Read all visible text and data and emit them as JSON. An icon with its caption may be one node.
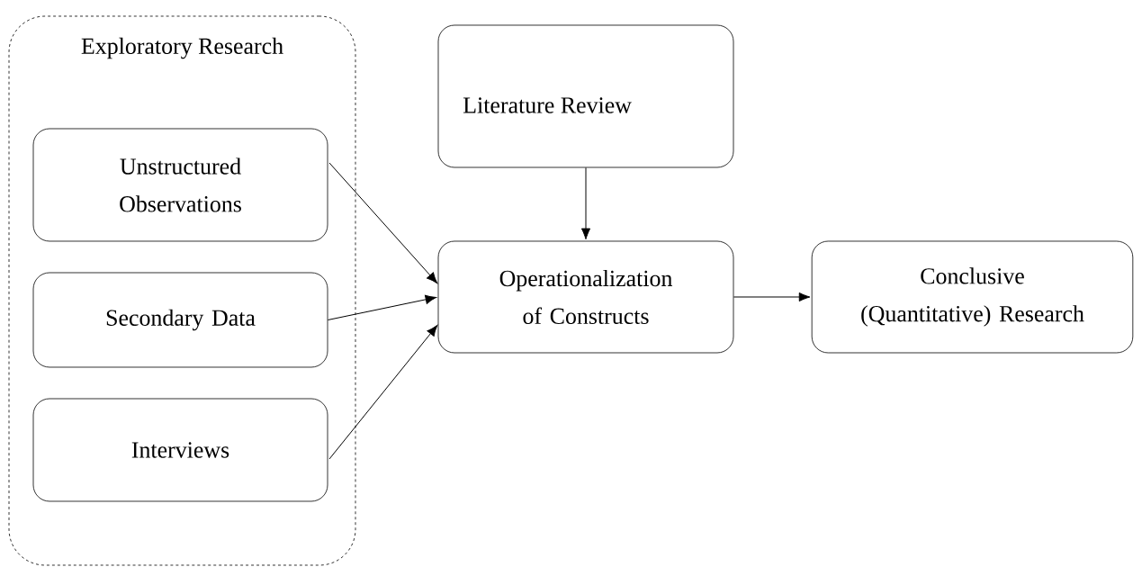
{
  "diagram": {
    "nodes": [
      {
        "text": [
          "Exploratory Research"
        ]
      },
      {
        "text": [
          "Unstructured Observations"
        ],
        "in": 0
      },
      {
        "text": [
          "Secondary Data"
        ],
        "in": 0
      },
      {
        "text": [
          "Interviews"
        ],
        "in": 0
      },
      {
        "text": [
          "Literature Review"
        ]
      },
      {
        "text": [
          "Operationalization of Constructs"
        ]
      },
      {
        "text": [
          "Conclusive (Quantitative) Research"
        ]
      }
    ],
    "edges": [
      {
        "from": 1,
        "to": 5,
        "arrow": "to"
      },
      {
        "from": 2,
        "to": 5,
        "arrow": "to"
      },
      {
        "from": 3,
        "to": 5,
        "arrow": "to"
      },
      {
        "from": 4,
        "to": 5,
        "arrow": "to"
      },
      {
        "from": 5,
        "to": 6,
        "arrow": "to"
      }
    ]
  }
}
